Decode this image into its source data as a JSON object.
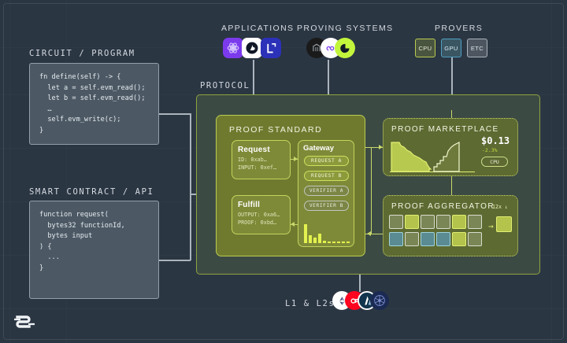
{
  "background": {
    "color": "#2b3643",
    "frame_color": "rgba(255,255,255,0.10)"
  },
  "sections": {
    "circuit": {
      "label": "CIRCUIT / PROGRAM",
      "code": "fn define(self) -> {\n  let a = self.evm_read();\n  let b = self.evm_read();\n  …\n  self.evm_write(c);\n}"
    },
    "smart_contract": {
      "label": "SMART CONTRACT / API",
      "code": "function request(\n  bytes32 functionId,\n  bytes input\n) {\n  ...\n}"
    },
    "applications": {
      "label": "APPLICATIONS"
    },
    "proving_systems": {
      "label": "PROVING SYSTEMS"
    },
    "provers": {
      "label": "PROVERS",
      "chips": [
        {
          "label": "CPU",
          "accent": "#b9cc4e"
        },
        {
          "label": "GPU",
          "accent": "#4f9fc0"
        },
        {
          "label": "ETC",
          "accent": "#aab4bd"
        }
      ]
    },
    "protocol": {
      "label": "PROTOCOL"
    },
    "l1_l2s": {
      "label": "L1 & L2s"
    }
  },
  "proof_standard": {
    "title": "PROOF STANDARD",
    "request": {
      "title": "Request",
      "fields": [
        "ID: 0xab…",
        "INPUT: 0xef…"
      ]
    },
    "fulfill": {
      "title": "Fulfill",
      "fields": [
        "OUTPUT: 0xa6…",
        "PROOF: 0xbd…"
      ]
    },
    "gateway": {
      "title": "Gateway",
      "pills": [
        {
          "label": "REQUEST A",
          "style": "green"
        },
        {
          "label": "REQUEST B",
          "style": "green"
        },
        {
          "label": "VERIFIER A",
          "style": "gray"
        },
        {
          "label": "VERIFIER B",
          "style": "gray"
        }
      ]
    }
  },
  "proof_marketplace": {
    "title": "PROOF MARKETPLACE",
    "price": "$0.13",
    "change": "-2.3%",
    "change_color": "#c8dd3f",
    "chip": "CPU"
  },
  "proof_aggregator": {
    "title": "PROOF AGGREGATOR",
    "multiplier": "12x ↓",
    "arrow": "→",
    "grid": [
      [
        "gray",
        "green",
        "gray",
        "gray",
        "green",
        "gray"
      ],
      [
        "teal",
        "gray",
        "teal",
        "teal",
        "green",
        "gray"
      ]
    ]
  },
  "chart_data": {
    "type": "area",
    "title": "PROOF MARKETPLACE",
    "series": [
      {
        "name": "left-descending",
        "values": [
          42,
          41,
          38,
          34,
          30,
          27,
          24,
          21,
          18,
          14,
          10,
          7,
          5,
          3,
          2,
          1
        ]
      },
      {
        "name": "right-ascending",
        "values": [
          2,
          3,
          4,
          6,
          7,
          9,
          12,
          18,
          24,
          27,
          29,
          33,
          38,
          40,
          41,
          42
        ]
      }
    ],
    "bar_series": {
      "name": "gateway-activity",
      "values": [
        22,
        9,
        6,
        11,
        3,
        2,
        2,
        2,
        2,
        2,
        2,
        2
      ]
    },
    "ylabel": "",
    "xlabel": "",
    "grid": false,
    "legend": "none"
  },
  "icons": {
    "applications": [
      "atom-purple-icon",
      "ghost-white-icon",
      "l2-blue-icon"
    ],
    "proving_systems": [
      "dark-circle-icon",
      "infinity-white-icon",
      "lime-circle-icon"
    ],
    "l1_l2s": [
      "ethereum-icon",
      "optimism-icon",
      "arbitrum-icon",
      "polygon-icon"
    ],
    "brand": "succinct-logo"
  }
}
